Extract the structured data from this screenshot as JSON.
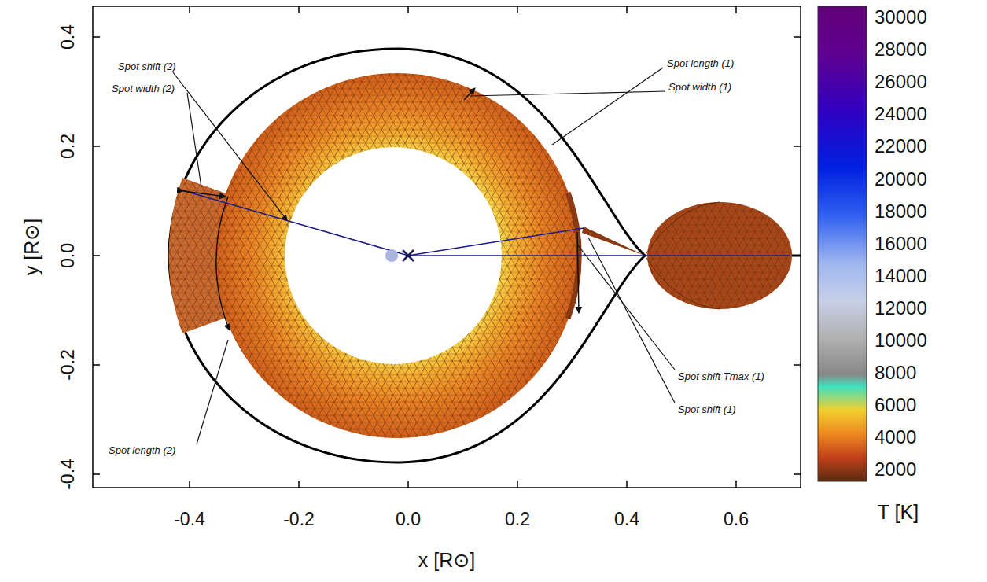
{
  "diagram": {
    "labels": [
      "Spot shift (2)",
      "Spot width (2)",
      "Spot length (1)",
      "Spot width (1)",
      "Spot shift Tmax (1)",
      "Spot shift (1)",
      "Spot length (2)",
      "-0.4",
      "-0.2",
      "0.0",
      "0.2",
      "0.4",
      "0.6",
      "-0.4",
      "-0.2",
      "0.0",
      "0.2",
      "0.4",
      "x [R⊙]",
      "y [R⊙]",
      "30000",
      "28000",
      "26000",
      "24000",
      "22000",
      "20000",
      "18000",
      "16000",
      "14000",
      "12000",
      "10000",
      "8000",
      "6000",
      "4000",
      "2000",
      "T [K]"
    ]
  }
}
